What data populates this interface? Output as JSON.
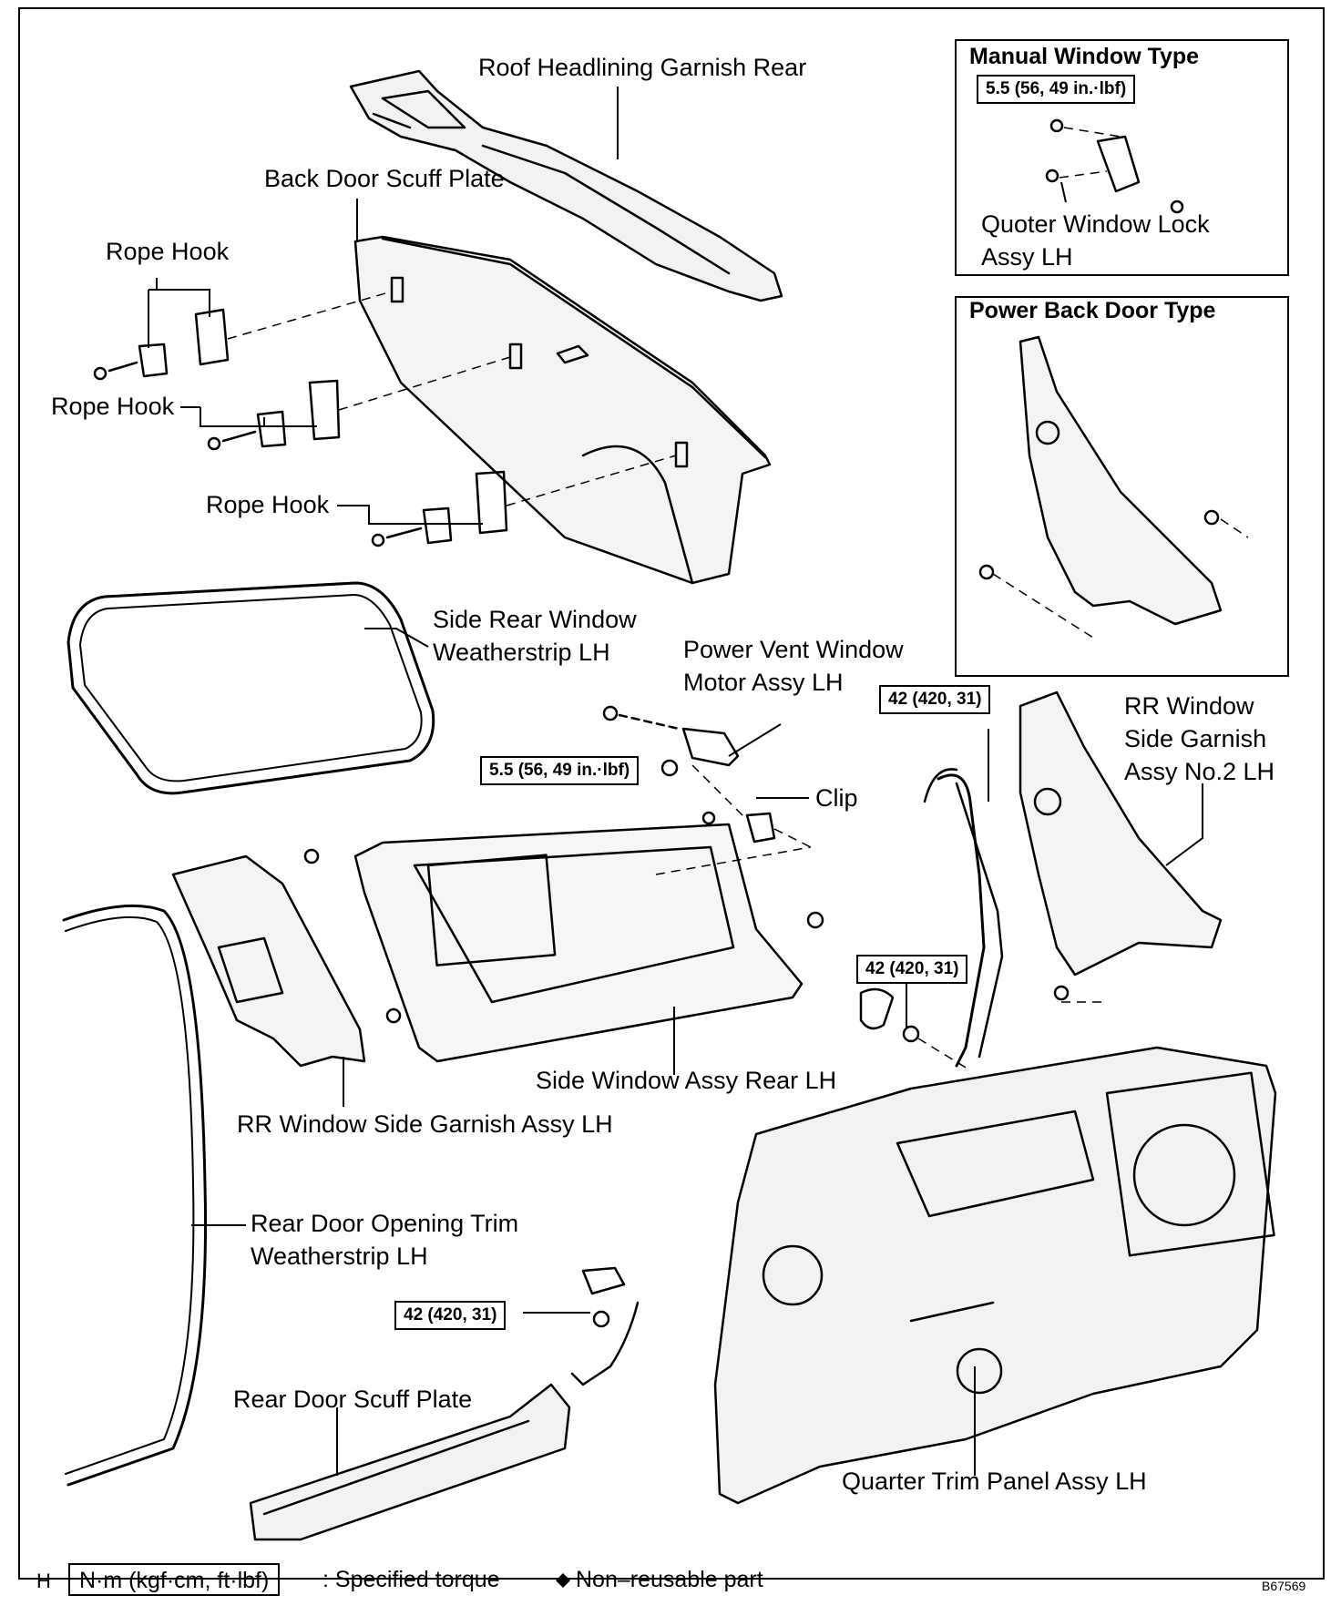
{
  "labels": {
    "roof_headlining": "Roof Headlining Garnish Rear",
    "back_door_scuff": "Back Door Scuff Plate",
    "rope_hook_1": "Rope Hook",
    "rope_hook_2": "Rope Hook",
    "rope_hook_3": "Rope Hook",
    "side_rear_weatherstrip_1": "Side Rear Window",
    "side_rear_weatherstrip_2": "Weatherstrip LH",
    "power_vent_1": "Power Vent Window",
    "power_vent_2": "Motor Assy LH",
    "clip": "Clip",
    "rr_garnish_no2_1": "RR Window",
    "rr_garnish_no2_2": "Side Garnish",
    "rr_garnish_no2_3": "Assy No.2 LH",
    "side_window_assy": "Side Window Assy Rear LH",
    "rr_garnish_lh": "RR Window Side Garnish Assy LH",
    "rear_door_trim_1": "Rear Door Opening Trim",
    "rear_door_trim_2": "Weatherstrip LH",
    "rear_door_scuff": "Rear Door Scuff Plate",
    "quarter_trim": "Quarter Trim Panel Assy LH",
    "quoter_lock_1": "Quoter Window Lock",
    "quoter_lock_2": "Assy LH"
  },
  "boxes": {
    "manual_title": "Manual Window Type",
    "power_title": "Power Back Door Type"
  },
  "torques": {
    "manual": "5.5 (56, 49 in.·lbf)",
    "vent_motor": "5.5 (56, 49 in.·lbf)",
    "belt_upper": "42 (420, 31)",
    "belt_lower": "42 (420, 31)",
    "belt_floor": "42 (420, 31)"
  },
  "legend": {
    "section_letter": "H",
    "unit_box": "N·m (kgf·cm, ft·lbf)",
    "unit_desc": ": Specified torque",
    "diamond": "◆",
    "nonreusable": "Non–reusable part"
  },
  "figure_code": "B67569"
}
